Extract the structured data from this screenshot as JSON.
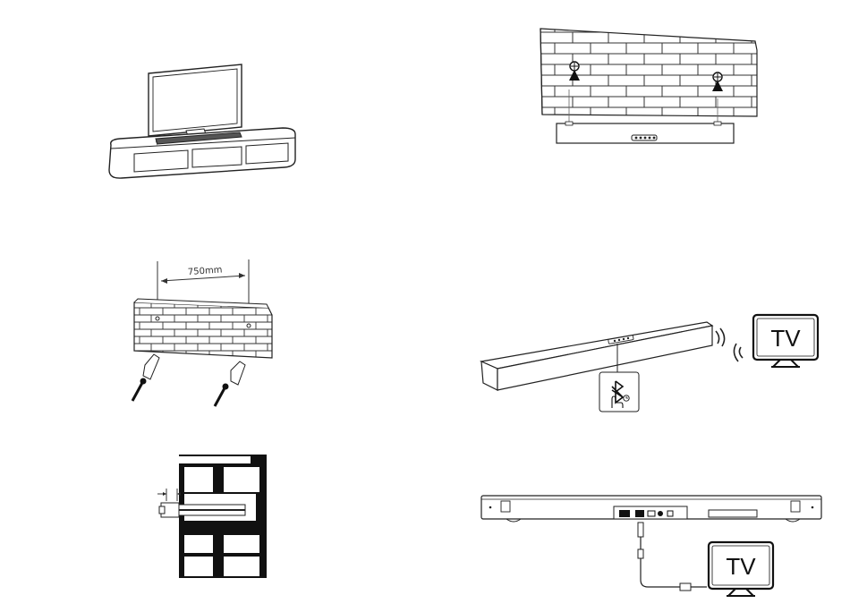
{
  "wall_mount": {
    "distance_label": "750mm"
  },
  "bluetooth_pairing": {
    "tv_label": "TV"
  },
  "wired_connection": {
    "tv_label": "TV"
  }
}
